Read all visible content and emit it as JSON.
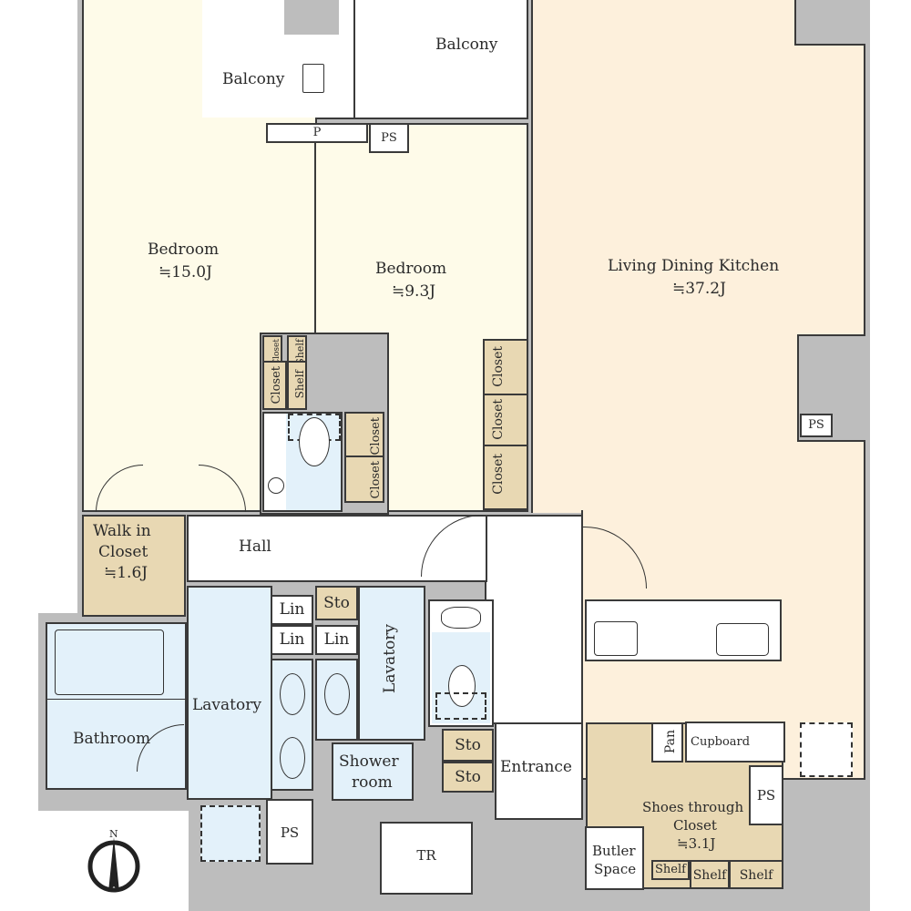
{
  "rooms": {
    "balcony_left": "Balcony",
    "balcony_right": "Balcony",
    "pipe": "P",
    "ps_top": "PS",
    "bedroom1": {
      "name": "Bedroom",
      "area": "≒15.0J"
    },
    "bedroom2": {
      "name": "Bedroom",
      "area": "≒9.3J"
    },
    "ldk": {
      "name": "Living Dining Kitchen",
      "area": "≒37.2J"
    },
    "ps_ldk": "PS",
    "closets_b1": [
      "Closet",
      "Shelf",
      "Closet",
      "Shelf"
    ],
    "closets_mid": [
      "Closet",
      "Closet"
    ],
    "closets_b2": [
      "Closet",
      "Closet",
      "Closet"
    ],
    "walk_in": {
      "line1": "Walk in",
      "line2": "Closet",
      "area": "≒1.6J"
    },
    "hall": "Hall",
    "bathroom": "Bathroom",
    "lavatory1": "Lavatory",
    "lavatory2": "Lavatory",
    "lin": [
      "Lin",
      "Lin",
      "Lin"
    ],
    "sto_top": "Sto",
    "sto": [
      "Sto",
      "Sto"
    ],
    "shower": {
      "line1": "Shower",
      "line2": "room"
    },
    "entrance": "Entrance",
    "pan": "Pan",
    "cupboard": "Cupboard",
    "ps_shoes": "PS",
    "shoes": {
      "line1": "Shoes through",
      "line2": "Closet",
      "area": "≒3.1J"
    },
    "shelves": [
      "Shelf",
      "Shelf",
      "Shelf"
    ],
    "butler": {
      "line1": "Butler",
      "line2": "Space"
    },
    "tr": "TR",
    "ps_bottom": "PS"
  },
  "compass": {
    "label": "N"
  },
  "colors": {
    "wall": "#bdbdbd",
    "bedroom": "#fefbe9",
    "ldk": "#fdf0dc",
    "closet": "#e8d8b3",
    "wet": "#e3f1fa"
  }
}
